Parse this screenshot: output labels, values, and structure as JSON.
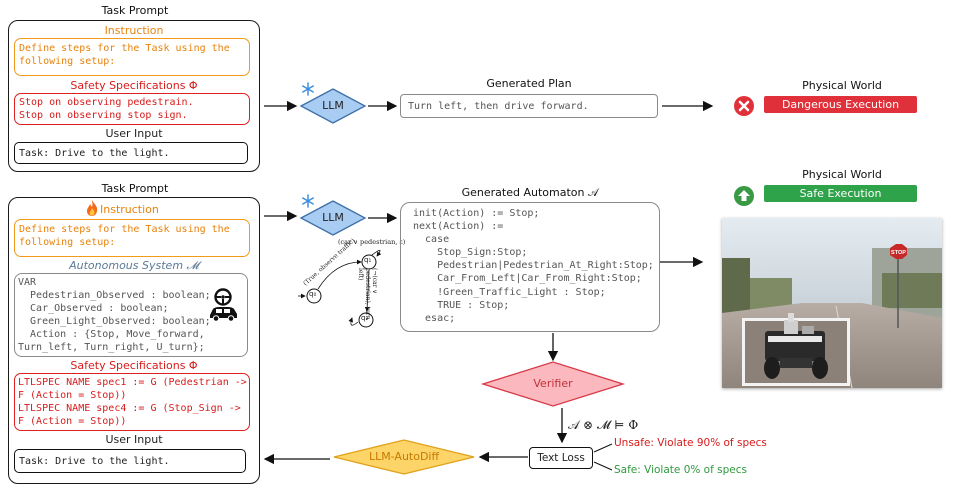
{
  "top_panel": {
    "title": "Task Prompt",
    "instruction_header": "Instruction",
    "instruction_text": "Define steps for the Task using the\nfollowing setup:",
    "safety_header": "Safety Specifications Φ",
    "safety_text": "Stop on observing pedestrain.\nStop on observing stop sign.",
    "user_input_header": "User Input",
    "user_input_text": "Task: Drive to the light."
  },
  "top_flow": {
    "llm_label": "LLM",
    "plan_title": "Generated Plan",
    "plan_text": "Turn left, then drive forward.",
    "world_title": "Physical World",
    "outcome_label": "Dangerous Execution"
  },
  "bottom_panel": {
    "title": "Task Prompt",
    "instruction_header": "Instruction",
    "instruction_text": "Define steps for the Task using the\nfollowing setup:",
    "system_header": "Autonomous System 𝓜",
    "system_text": "VAR\n  Pedestrian_Observed : boolean;\n  Car_Observed : boolean;\n  Green_Light_Observed: boolean;\n  Action : {Stop, Move_forward,\nTurn_left, Turn_right, U_turn};",
    "safety_header": "Safety Specifications Φ",
    "safety_text": "LTLSPEC NAME spec1 := G (Pedestrian ->\nF (Action = Stop))\nLTLSPEC NAME spec4 := G (Stop_Sign ->\nF (Action = Stop))",
    "user_input_header": "User Input",
    "user_input_text": "Task: Drive to the light."
  },
  "bottom_flow": {
    "llm_label": "LLM",
    "automaton_title": "Generated Automaton 𝒜",
    "automaton_text": "init(Action) := Stop;\nnext(Action) :=\n  case\n    Stop_Sign:Stop;\n    Pedestrian|Pedestrian_At_Right:Stop;\n    Car_From_Left|Car_From_Right:Stop;\n    !Green_Traffic_Light : Stop;\n    TRUE : Stop;\n  esac;",
    "automaton_graph": {
      "node_q0": "q₀",
      "node_q1": "q₁",
      "node_q2": "q₂",
      "edge_top": "(car ∨ pedestrian, ε)",
      "edge_left": "(True, observe traffic)",
      "edge_right": "(¬(car ∨ pedestrian), turn left)"
    },
    "world_title": "Physical World",
    "outcome_label": "Safe Execution",
    "photo_sign": "STOP",
    "verifier_label": "Verifier",
    "verify_formula": "𝒜 ⊗ 𝓜 ⊨ Φ",
    "text_loss_label": "Text Loss",
    "unsafe_label": "Unsafe: Violate 90% of specs",
    "safe_label": "Safe: Violate 0% of specs",
    "autodiff_label": "LLM-AutoDiff"
  },
  "colors": {
    "orange": "#f29a1c",
    "red": "#e02020",
    "green": "#2fa34a",
    "llm_blue": "#a9cdf2",
    "verifier_pink": "#fbb8bf",
    "autodiff_yellow": "#fcd468"
  },
  "icons": {
    "freeze": "snowflake-icon",
    "train": "fire-icon",
    "fail": "x-circle-icon",
    "success": "up-arrow-circle-icon",
    "vehicle": "steering-car-icon"
  }
}
